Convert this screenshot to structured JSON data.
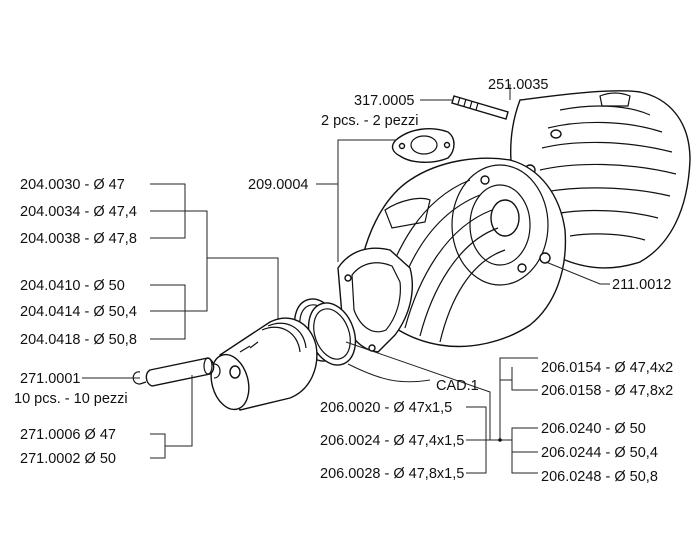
{
  "labels": {
    "p204_0030": "204.0030 - Ø 47",
    "p204_0034": "204.0034 - Ø 47,4",
    "p204_0038": "204.0038 - Ø 47,8",
    "p204_0410": "204.0410 - Ø 50",
    "p204_0414": "204.0414 - Ø 50,4",
    "p204_0418": "204.0418 - Ø 50,8",
    "p271_0001": "271.0001",
    "p271_0001_qty": "10 pcs. - 10 pezzi",
    "p271_0006": "271.0006  Ø 47",
    "p271_0002": "271.0002  Ø 50",
    "p317_0005": "317.0005",
    "p317_0005_qty": "2 pcs. - 2 pezzi",
    "p251_0035": "251.0035",
    "p209_0004": "209.0004",
    "p211_0012": "211.0012",
    "cad1": "CAD.1",
    "p206_0154": "206.0154 - Ø 47,4x2",
    "p206_0158": "206.0158 - Ø 47,8x2",
    "p206_0240": "206.0240 - Ø 50",
    "p206_0244": "206.0244 - Ø 50,4",
    "p206_0248": "206.0248 - Ø 50,8",
    "p206_0020": "206.0020 - Ø 47x1,5",
    "p206_0024": "206.0024 - Ø 47,4x1,5",
    "p206_0028": "206.0028 - Ø 47,8x1,5"
  },
  "parts": {
    "piston": "piston-drawing",
    "rings": "piston-rings-drawing",
    "pin": "piston-pin-drawing",
    "clips": "circlip-drawing",
    "cylinder": "cylinder-drawing",
    "head": "cylinder-head-drawing",
    "gasket_base": "base-gasket-drawing",
    "gasket_intake": "intake-gasket-drawing",
    "stud": "stud-drawing"
  }
}
